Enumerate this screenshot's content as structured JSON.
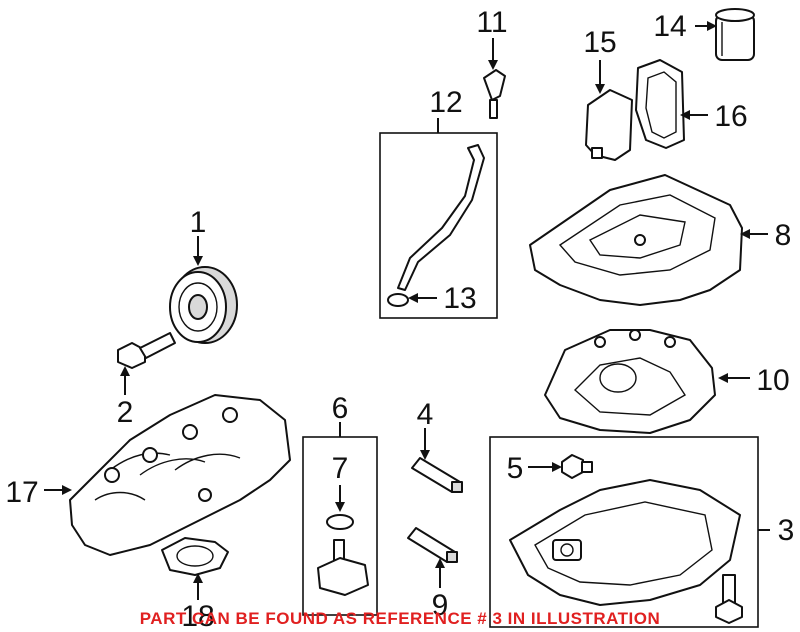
{
  "diagram": {
    "callouts": [
      {
        "id": "1",
        "label": "1"
      },
      {
        "id": "2",
        "label": "2"
      },
      {
        "id": "3",
        "label": "3"
      },
      {
        "id": "4",
        "label": "4"
      },
      {
        "id": "5",
        "label": "5"
      },
      {
        "id": "6",
        "label": "6"
      },
      {
        "id": "7",
        "label": "7"
      },
      {
        "id": "8",
        "label": "8"
      },
      {
        "id": "9",
        "label": "9"
      },
      {
        "id": "10",
        "label": "10"
      },
      {
        "id": "11",
        "label": "11"
      },
      {
        "id": "12",
        "label": "12"
      },
      {
        "id": "13",
        "label": "13"
      },
      {
        "id": "14",
        "label": "14"
      },
      {
        "id": "15",
        "label": "15"
      },
      {
        "id": "16",
        "label": "16"
      },
      {
        "id": "17",
        "label": "17"
      },
      {
        "id": "18",
        "label": "18"
      }
    ],
    "note": "PART CAN BE FOUND AS REFERENCE # 3 IN ILLUSTRATION",
    "colors": {
      "line": "#111111",
      "note": "#e02020",
      "background": "#ffffff"
    }
  }
}
